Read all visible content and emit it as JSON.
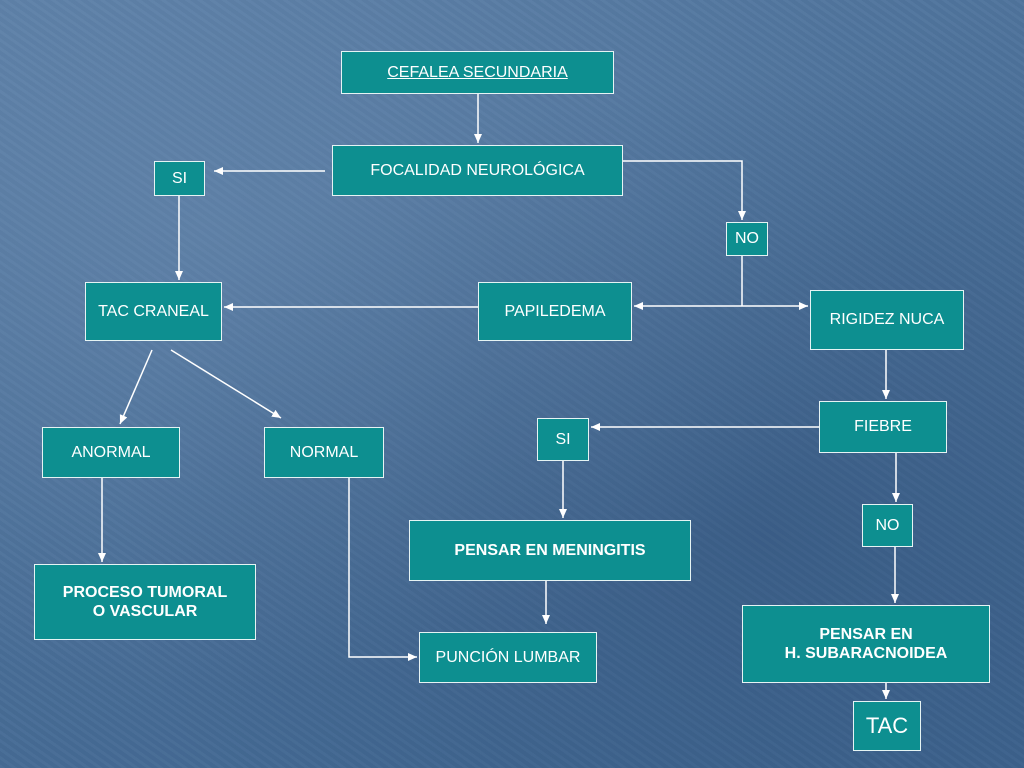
{
  "colors": {
    "box_fill": "#0d8f90",
    "box_border": "#e6f4f4",
    "arrow": "#ffffff"
  },
  "nodes": {
    "cefalea_secundaria": "CEFALEA SECUNDARIA",
    "focalidad_neurologica": "FOCALIDAD NEUROLÓGICA",
    "si_top": "SI",
    "no_top": "NO",
    "tac_craneal": "TAC CRANEAL",
    "papiledema": "PAPILEDEMA",
    "rigidez_nuca": "RIGIDEZ NUCA",
    "anormal": "ANORMAL",
    "normal": "NORMAL",
    "fiebre": "FIEBRE",
    "si_fiebre": "SI",
    "no_fiebre": "NO",
    "pensar_meningitis": "PENSAR EN MENINGITIS",
    "proceso_tumoral_line1": "PROCESO TUMORAL",
    "proceso_tumoral_line2": "O VASCULAR",
    "puncion_lumbar": "PUNCIÓN LUMBAR",
    "subaracnoidea_line1": "PENSAR EN",
    "subaracnoidea_line2": "H. SUBARACNOIDEA",
    "tac": "TAC"
  }
}
